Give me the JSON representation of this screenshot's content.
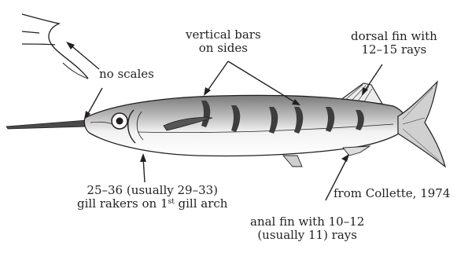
{
  "labels": {
    "no_scales": "no scales",
    "vertical_bars": {
      "line1": "vertical bars",
      "line2": "on sides"
    },
    "dorsal_fin": {
      "line1": "dorsal fin with",
      "line2": "12–15 rays"
    },
    "gill_rakers": {
      "line1": "25–36 (usually 29–33)",
      "line2_prefix": "gill rakers on 1",
      "line2_sup": "st",
      "line2_suffix": " gill arch"
    },
    "credit": "from Collette, 1974",
    "anal_fin": {
      "line1": "anal fin with 10–12",
      "line2": "(usually 11) rays"
    }
  },
  "colors": {
    "ink": "#231f20",
    "paper": "#ffffff",
    "body_shade": "#d9d9d9"
  }
}
